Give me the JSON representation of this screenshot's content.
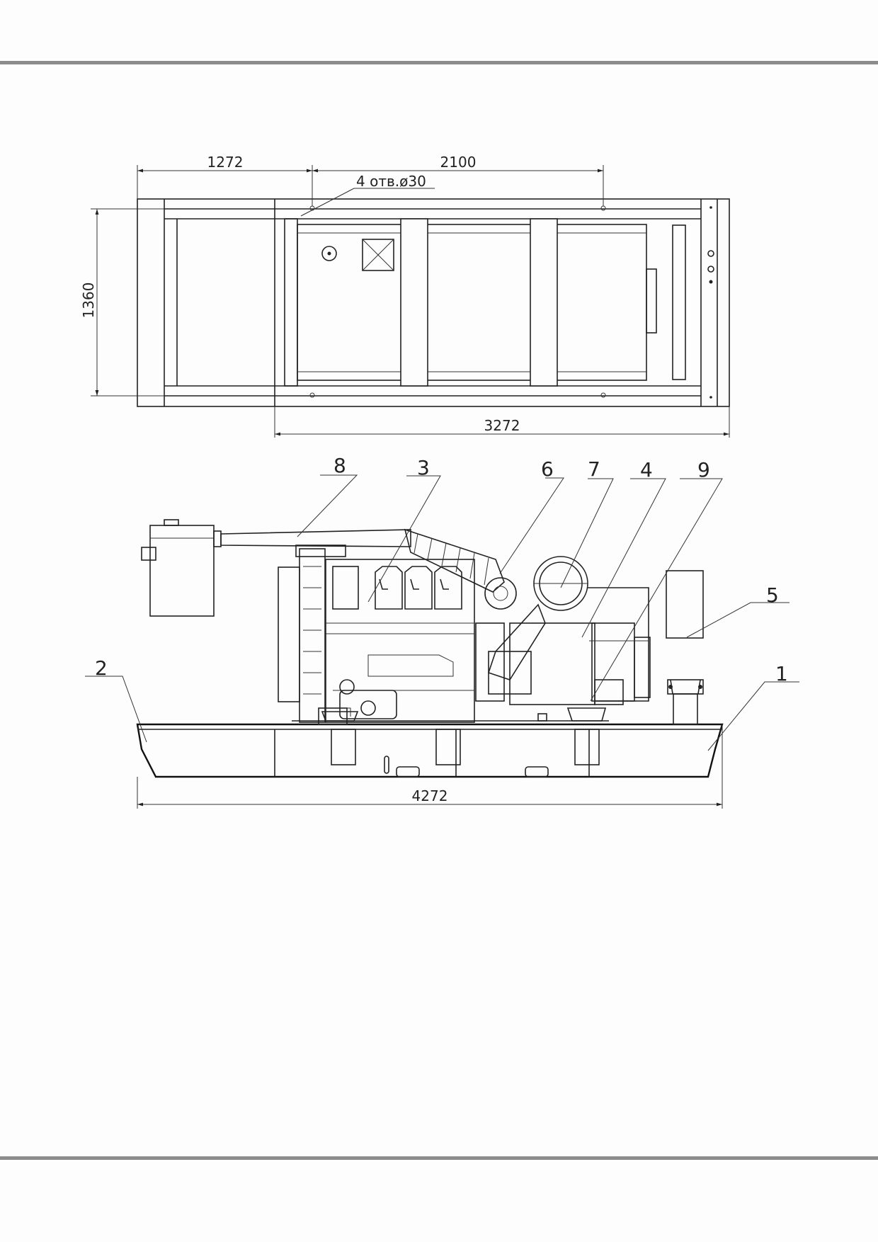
{
  "colors": {
    "rule": "#8c8c8c",
    "line": "#222222",
    "background": "#fdfdfd"
  },
  "plan_view": {
    "dim_left": "1272",
    "dim_top": "2100",
    "holes_note": "4  отв.ø30",
    "dim_height": "1360",
    "dim_bottom": "3272"
  },
  "side_view": {
    "dim_total": "4272",
    "callouts": [
      "8",
      "3",
      "6",
      "7",
      "4",
      "9",
      "5",
      "2",
      "1"
    ]
  }
}
